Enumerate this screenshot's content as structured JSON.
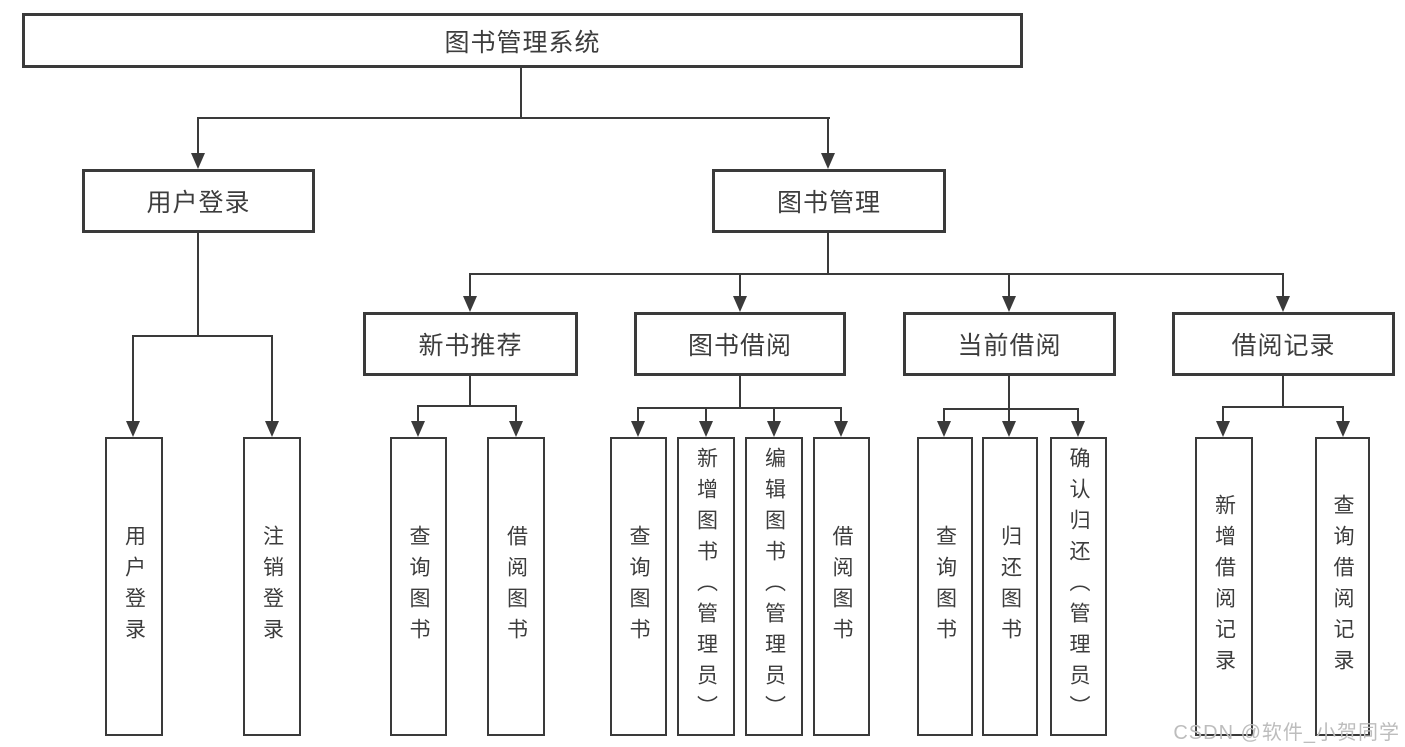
{
  "colors": {
    "line": "#3a3a3a",
    "box_border": "#3a3a3a",
    "text": "#3d3d3d",
    "watermark": "#bdbdbd",
    "background": "#ffffff"
  },
  "watermark": {
    "text": "CSDN @软件_小贺同学"
  },
  "tree": {
    "root": {
      "label": "图书管理系统"
    },
    "branches": [
      {
        "label": "用户登录",
        "children": [
          {
            "label": "用户登录"
          },
          {
            "label": "注销登录"
          }
        ]
      },
      {
        "label": "图书管理",
        "groups": [
          {
            "label": "新书推荐",
            "children": [
              {
                "label": "查询图书"
              },
              {
                "label": "借阅图书"
              }
            ]
          },
          {
            "label": "图书借阅",
            "children": [
              {
                "label": "查询图书"
              },
              {
                "label": "新增图书（管理员）"
              },
              {
                "label": "编辑图书（管理员）"
              },
              {
                "label": "借阅图书"
              }
            ]
          },
          {
            "label": "当前借阅",
            "children": [
              {
                "label": "查询图书"
              },
              {
                "label": "归还图书"
              },
              {
                "label": "确认归还（管理员）"
              }
            ]
          },
          {
            "label": "借阅记录",
            "children": [
              {
                "label": "新增借阅记录"
              },
              {
                "label": "查询借阅记录"
              }
            ]
          }
        ]
      }
    ]
  }
}
